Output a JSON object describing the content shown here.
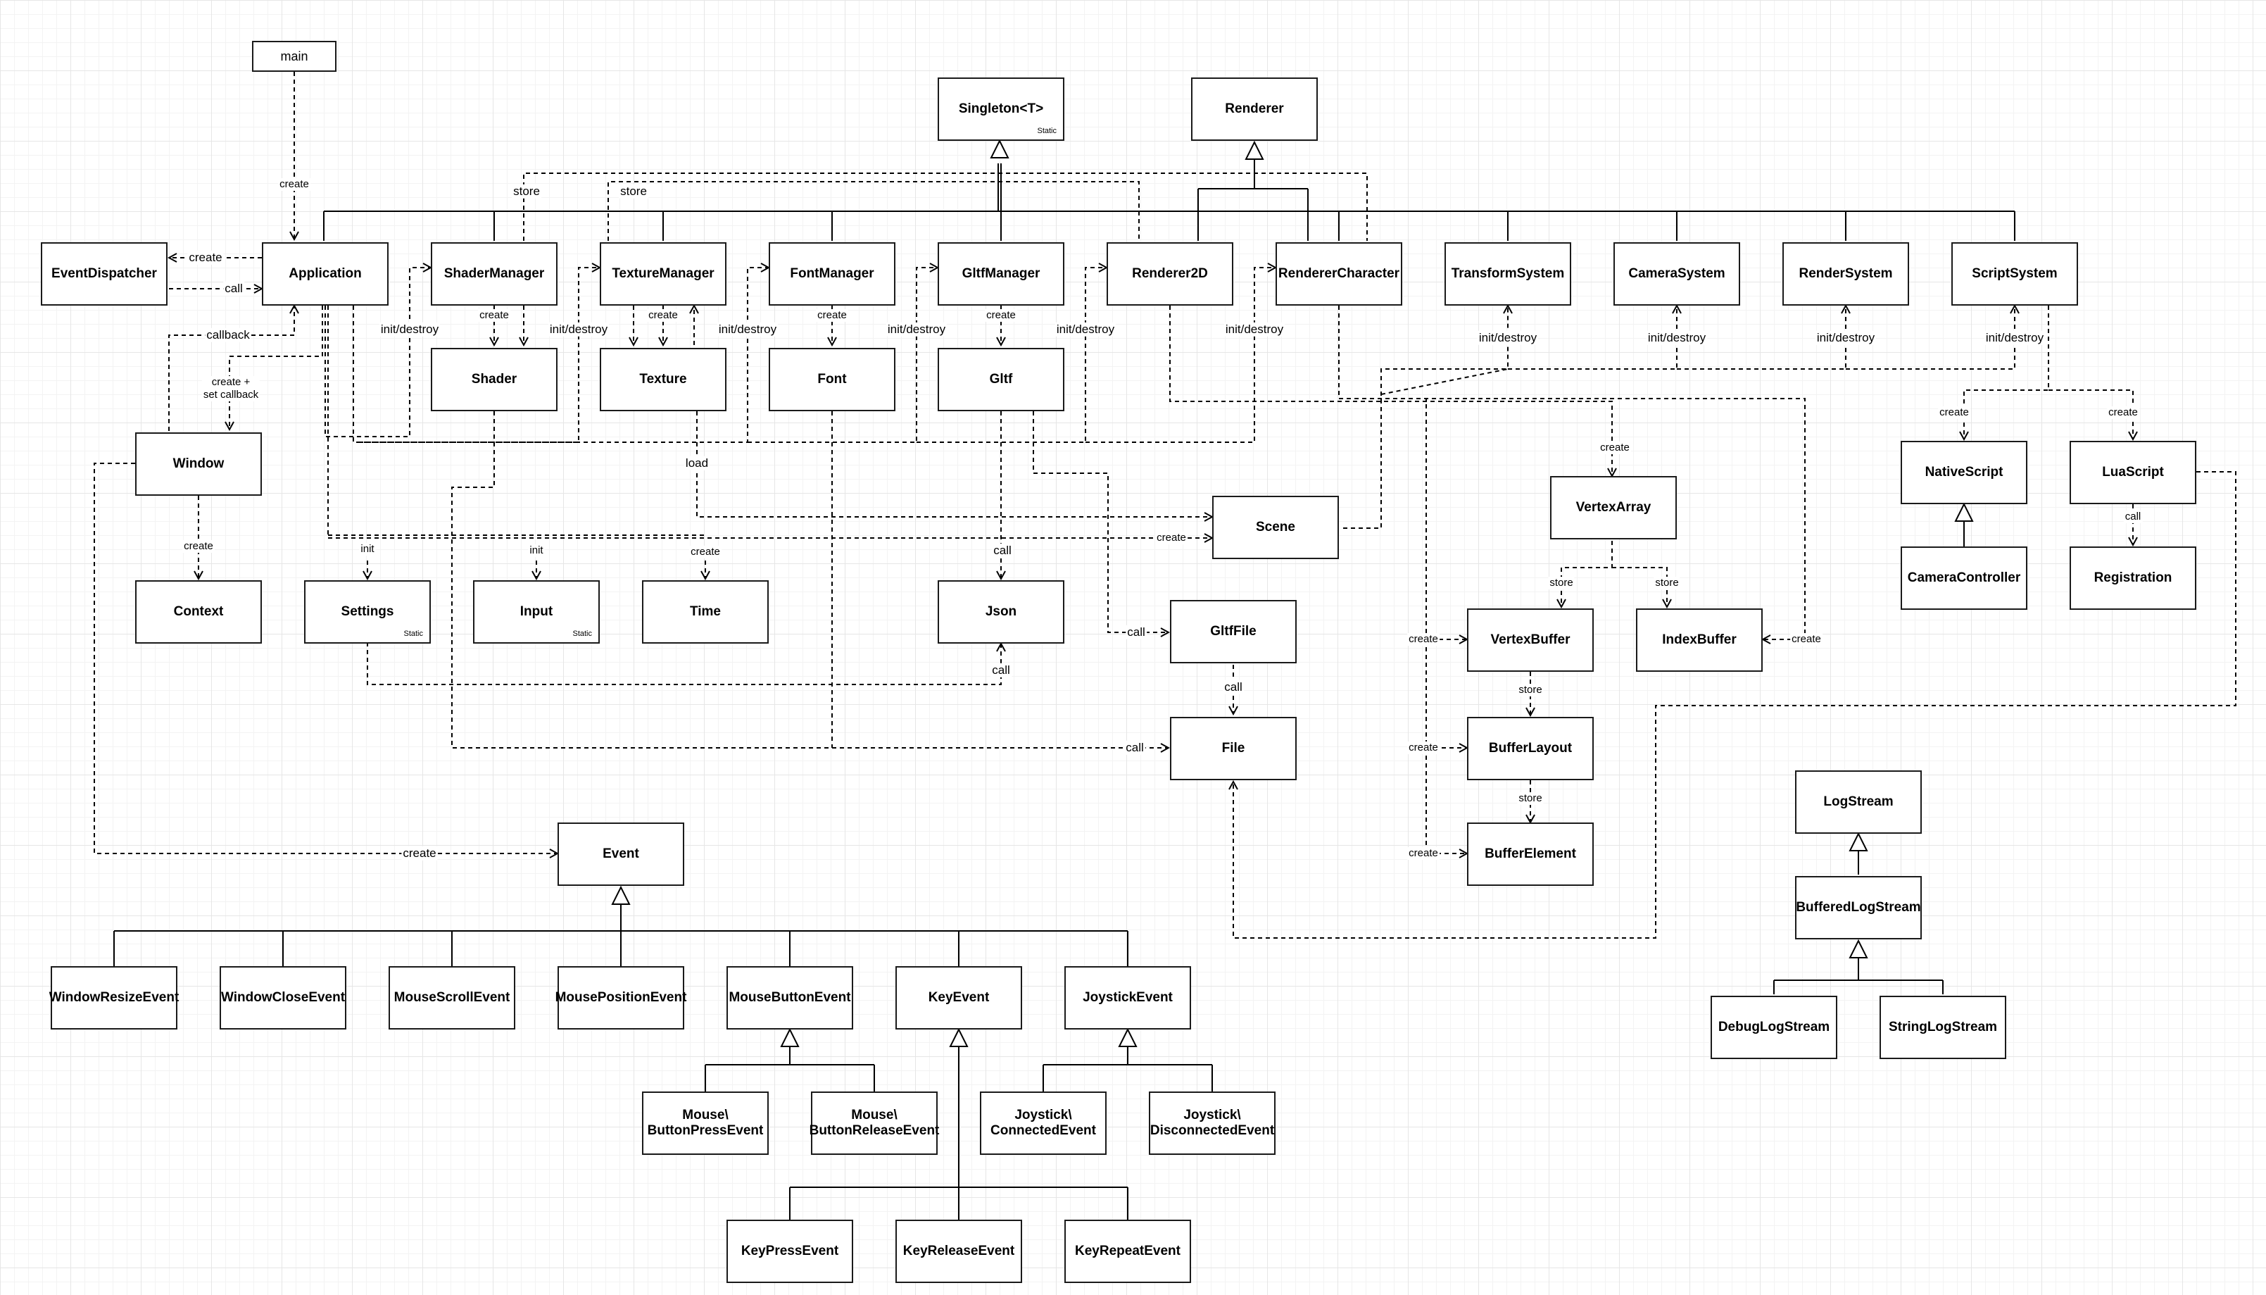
{
  "classes": {
    "main": "main",
    "singleton": "Singleton<T>",
    "renderer": "Renderer",
    "event_dispatcher": "EventDispatcher",
    "application": "Application",
    "shader_manager": "ShaderManager",
    "texture_manager": "TextureManager",
    "font_manager": "FontManager",
    "gltf_manager": "GltfManager",
    "renderer2d": "Renderer2D",
    "renderer_character": "RendererCharacter",
    "transform_system": "TransformSystem",
    "camera_system": "CameraSystem",
    "render_system": "RenderSystem",
    "script_system": "ScriptSystem",
    "shader": "Shader",
    "texture": "Texture",
    "font": "Font",
    "gltf": "Gltf",
    "window": "Window",
    "scene": "Scene",
    "vertex_array": "VertexArray",
    "native_script": "NativeScript",
    "lua_script": "LuaScript",
    "camera_controller": "CameraController",
    "registration": "Registration",
    "context": "Context",
    "settings": "Settings",
    "input": "Input",
    "time": "Time",
    "json": "Json",
    "gltf_file": "GltfFile",
    "file": "File",
    "vertex_buffer": "VertexBuffer",
    "index_buffer": "IndexBuffer",
    "buffer_layout": "BufferLayout",
    "buffer_element": "BufferElement",
    "log_stream": "LogStream",
    "buffered_log_stream": "BufferedLogStream",
    "debug_log_stream": "DebugLogStream",
    "string_log_stream": "StringLogStream",
    "event": "Event",
    "window_resize_event": "WindowResizeEvent",
    "window_close_event": "WindowCloseEvent",
    "mouse_scroll_event": "MouseScrollEvent",
    "mouse_position_event": "MousePositionEvent",
    "mouse_button_event": "MouseButtonEvent",
    "key_event": "KeyEvent",
    "joystick_event": "JoystickEvent",
    "mouse_button_press_event": "Mouse\\\nButtonPressEvent",
    "mouse_button_release_event": "Mouse\\\nButtonReleaseEvent",
    "joystick_connected_event": "Joystick\\\nConnectedEvent",
    "joystick_disconnected_event": "Joystick\\\nDisconnectedEvent",
    "key_press_event": "KeyPressEvent",
    "key_release_event": "KeyReleaseEvent",
    "key_repeat_event": "KeyRepeatEvent"
  },
  "stereotype": "Static",
  "labels": {
    "create": "create",
    "call": "call",
    "callback": "callback",
    "create_set_callback": "create +\nset callback",
    "store": "store",
    "init_destroy": "init/destroy",
    "init": "init",
    "load": "load"
  }
}
